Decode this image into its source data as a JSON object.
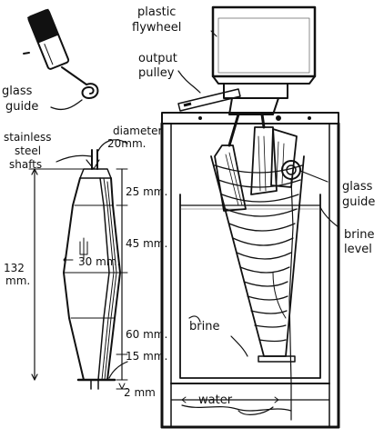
{
  "labels": {
    "plastic_flywheel": [
      "plastic",
      "flywheel"
    ],
    "output_pulley": [
      "output",
      "pulley"
    ],
    "glass_guide_left": [
      "glass",
      "guide"
    ],
    "stainless_steel_shafts": [
      "stainless",
      "steel",
      "shafts"
    ],
    "diameter": [
      "diameter",
      "20mm."
    ],
    "glass_guide_right": [
      "glass",
      "guide"
    ],
    "brine_level": [
      "brine",
      "level"
    ],
    "brine": "brine",
    "water": "water"
  },
  "dimensions": {
    "d25": "25 mm.",
    "d45": "45 mm.",
    "d30": "30 mm.",
    "d132": [
      "132",
      "mm."
    ],
    "d60": "60 mm.",
    "d15": "15 mm.",
    "d2": "2 mm"
  }
}
